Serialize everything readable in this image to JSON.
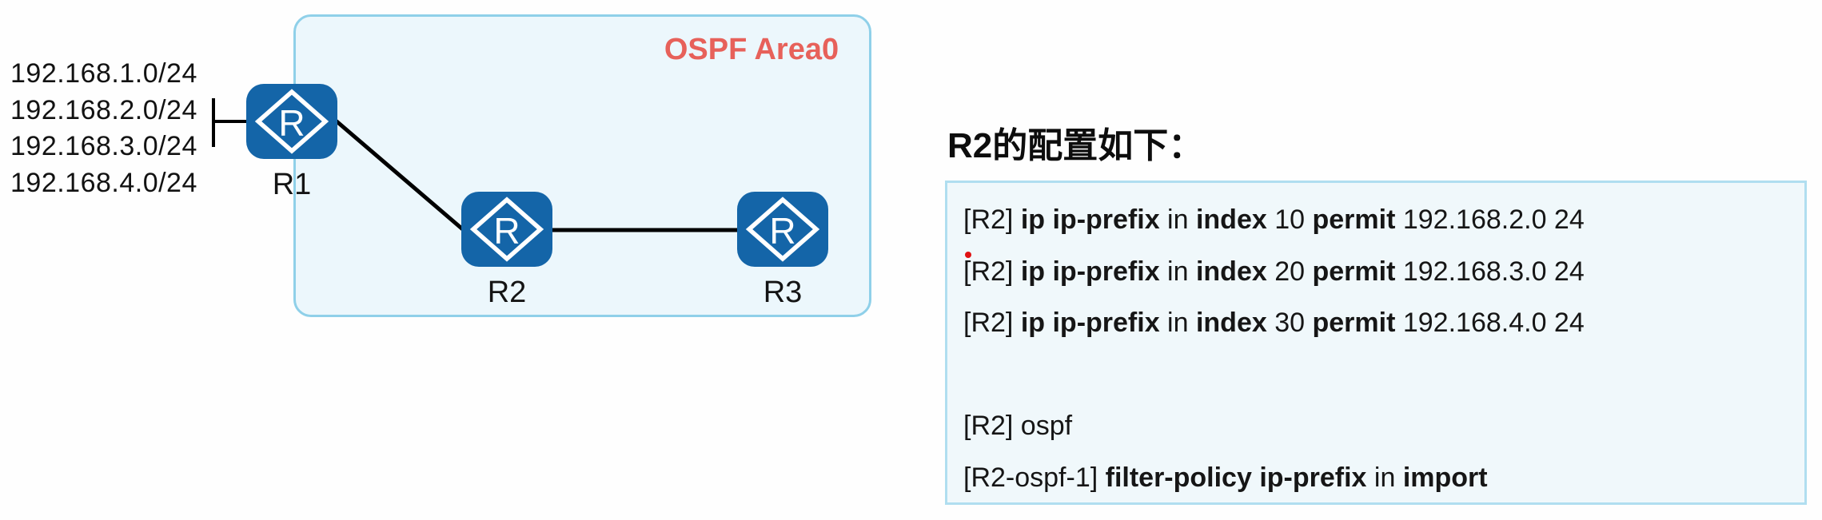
{
  "diagram": {
    "area_label": "OSPF Area0",
    "networks": [
      "192.168.1.0/24",
      "192.168.2.0/24",
      "192.168.3.0/24",
      "192.168.4.0/24"
    ],
    "routers": [
      {
        "id": "r1",
        "label": "R1"
      },
      {
        "id": "r2",
        "label": "R2"
      },
      {
        "id": "r3",
        "label": "R3"
      }
    ],
    "links": [
      "R1-R2",
      "R2-R3"
    ],
    "colors": {
      "router_blue": "#1465a8",
      "area_border": "#8fd0e9",
      "area_bg": "#ecf7fc",
      "area_label_red": "#e7615a",
      "link_black": "#000000"
    }
  },
  "config_panel": {
    "title": "R2的配置如下：",
    "box": {
      "lines": [
        [
          {
            "t": "[R2] ",
            "b": false
          },
          {
            "t": "ip ip-prefix",
            "b": true
          },
          {
            "t": " in ",
            "b": false
          },
          {
            "t": "index",
            "b": true
          },
          {
            "t": " 10 ",
            "b": false
          },
          {
            "t": "permit",
            "b": true
          },
          {
            "t": " 192.168.2.0 24",
            "b": false
          }
        ],
        [
          {
            "t": "[R2] ",
            "b": false
          },
          {
            "t": "ip ip-prefix",
            "b": true
          },
          {
            "t": " in ",
            "b": false
          },
          {
            "t": "index",
            "b": true
          },
          {
            "t": " 20 ",
            "b": false
          },
          {
            "t": "permit",
            "b": true
          },
          {
            "t": " 192.168.3.0 24",
            "b": false
          }
        ],
        [
          {
            "t": "[R2] ",
            "b": false
          },
          {
            "t": "ip ip-prefix",
            "b": true
          },
          {
            "t": " in ",
            "b": false
          },
          {
            "t": "index",
            "b": true
          },
          {
            "t": " 30 ",
            "b": false
          },
          {
            "t": "permit",
            "b": true
          },
          {
            "t": " 192.168.4.0 24",
            "b": false
          }
        ],
        [],
        [
          {
            "t": "[R2] ospf",
            "b": false
          }
        ],
        [
          {
            "t": "[R2-ospf-1] ",
            "b": false
          },
          {
            "t": "filter-policy ip-prefix",
            "b": true
          },
          {
            "t": " in ",
            "b": false
          },
          {
            "t": "import",
            "b": true
          }
        ]
      ]
    },
    "colors": {
      "box_border": "#b0def0",
      "box_bg": "#f0f8fb",
      "annotation_dot_red": "#e01212"
    }
  }
}
